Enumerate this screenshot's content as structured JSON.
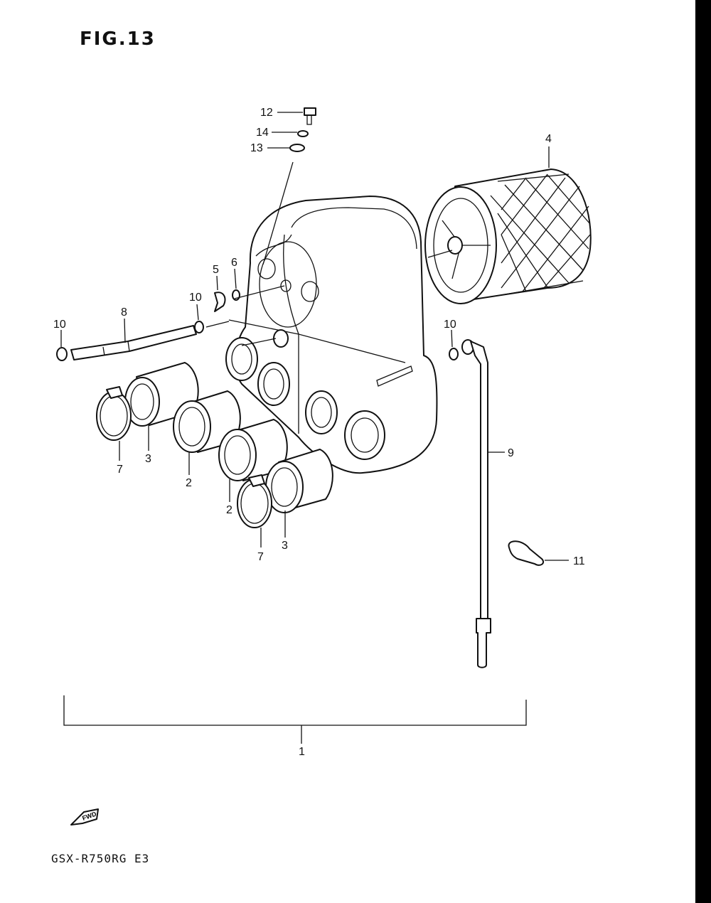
{
  "figure": {
    "title": "FIG.13",
    "model": "GSX-R750RG E3"
  },
  "fwd_label": "FWD",
  "callouts": [
    {
      "id": "c12",
      "label": "12"
    },
    {
      "id": "c14",
      "label": "14"
    },
    {
      "id": "c13",
      "label": "13"
    },
    {
      "id": "c4",
      "label": "4"
    },
    {
      "id": "c6",
      "label": "6"
    },
    {
      "id": "c5",
      "label": "5"
    },
    {
      "id": "c10a",
      "label": "10"
    },
    {
      "id": "c8",
      "label": "8"
    },
    {
      "id": "c10b",
      "label": "10"
    },
    {
      "id": "c10c",
      "label": "10"
    },
    {
      "id": "c9",
      "label": "9"
    },
    {
      "id": "c7a",
      "label": "7"
    },
    {
      "id": "c3a",
      "label": "3"
    },
    {
      "id": "c2a",
      "label": "2"
    },
    {
      "id": "c2b",
      "label": "2"
    },
    {
      "id": "c3b",
      "label": "3"
    },
    {
      "id": "c7b",
      "label": "7"
    },
    {
      "id": "c11",
      "label": "11"
    },
    {
      "id": "c1",
      "label": "1"
    }
  ]
}
